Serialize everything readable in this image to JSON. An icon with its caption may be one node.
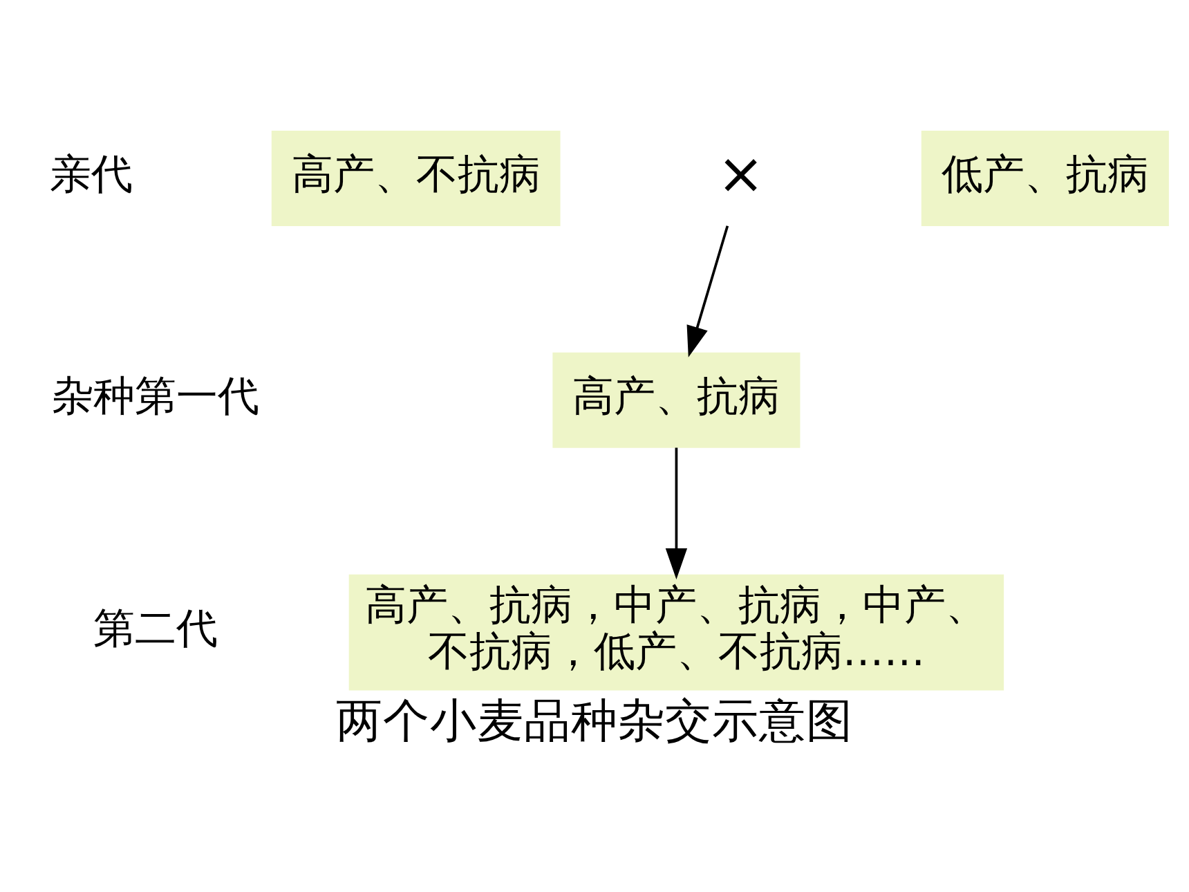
{
  "diagram": {
    "caption": "两个小麦品种杂交示意图",
    "nodes": [
      {
        "text": [
          "高产、不抗病"
        ]
      },
      {
        "text": [
          "×"
        ]
      },
      {
        "text": [
          "低产、抗病"
        ]
      },
      {
        "text": [
          "高产、抗病"
        ]
      },
      {
        "text": [
          "高产、抗病，中产、抗病，中产、不抗病，低产、不抗病……"
        ]
      }
    ],
    "edges": [
      {
        "from": 1,
        "to": 3,
        "arrow": "to"
      },
      {
        "from": 3,
        "to": 4,
        "arrow": "to"
      }
    ],
    "labels": [
      "亲代",
      "杂种第一代",
      "第二代"
    ]
  }
}
